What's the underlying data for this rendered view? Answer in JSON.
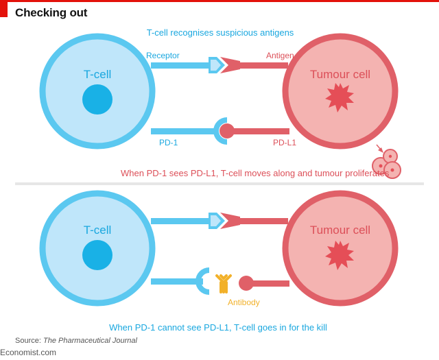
{
  "title": "Checking out",
  "top_panel": {
    "caption": "T-cell recognises suspicious antigens",
    "tcell_label": "T-cell",
    "tumour_label": "Tumour cell",
    "receptor_label": "Receptor",
    "antigen_label": "Antigen",
    "pd1_label": "PD-1",
    "pdl1_label": "PD-L1",
    "bottom_caption": "When PD-1 sees PD-L1, T-cell moves along and tumour proliferates"
  },
  "bottom_panel": {
    "tcell_label": "T-cell",
    "tumour_label": "Tumour cell",
    "antibody_label": "Antibody",
    "caption": "When PD-1 cannot see PD-L1, T-cell goes in for the kill"
  },
  "source": {
    "prefix": "Source:",
    "publication": "The Pharmaceutical Journal"
  },
  "footer": "Economist.com",
  "colors": {
    "blue_stroke": "#5bc8f0",
    "blue_fill": "#bfe6fa",
    "nucleus": "#19b1e6",
    "red_stroke": "#e06068",
    "red_fill": "#f4b3b1",
    "tumour_core": "#e54e57",
    "antibody": "#f2b12a",
    "blue_text": "#19a7df",
    "red_text": "#dc4f58",
    "accent": "#e3120b"
  }
}
